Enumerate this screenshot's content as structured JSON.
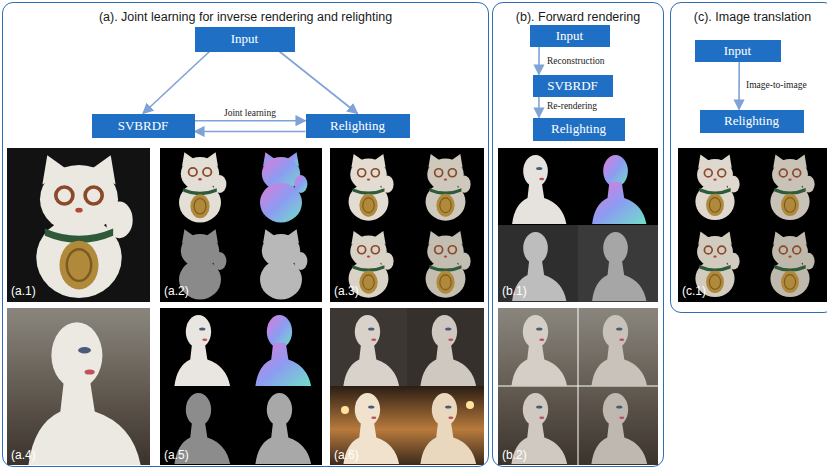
{
  "diagram": {
    "nodes": [
      {
        "text": [
          "(a). Joint learning for inverse rendering and relighting"
        ]
      },
      {
        "text": [
          "Input"
        ],
        "in": 0
      },
      {
        "text": [
          "SVBRDF"
        ],
        "in": 0
      },
      {
        "text": [
          "Relighting"
        ],
        "in": 0
      },
      {
        "text": [
          "(b). Forward rendering"
        ]
      },
      {
        "text": [
          "Input"
        ],
        "in": 4
      },
      {
        "text": [
          "SVBRDF"
        ],
        "in": 4
      },
      {
        "text": [
          "Relighting"
        ],
        "in": 4
      },
      {
        "text": [
          "(c). Image translation"
        ]
      },
      {
        "text": [
          "Input"
        ],
        "in": 8
      },
      {
        "text": [
          "Relighting"
        ],
        "in": 8
      }
    ],
    "edges": [
      {
        "from": 1,
        "to": 2,
        "arrow": "to"
      },
      {
        "from": 1,
        "to": 3,
        "arrow": "to"
      },
      {
        "from": 2,
        "to": 3,
        "label": "Joint learning",
        "arrow": "to"
      },
      {
        "from": 3,
        "to": 2,
        "arrow": "to"
      },
      {
        "from": 5,
        "to": 6,
        "label": "Reconstruction",
        "arrow": "to"
      },
      {
        "from": 6,
        "to": 7,
        "label": "Re-rendering",
        "arrow": "to"
      },
      {
        "from": 9,
        "to": 10,
        "label": "Image-to-image",
        "arrow": "to"
      }
    ],
    "labels": [
      "(a.1)",
      "(a.2)",
      "(a.3)",
      "(a.4)",
      "(a.5)",
      "(a.6)",
      "(b.1)",
      "(b.2)",
      "(c.1)"
    ]
  }
}
